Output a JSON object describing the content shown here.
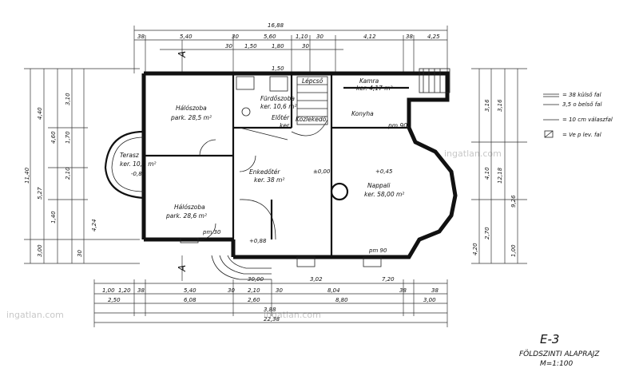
{
  "drawing": {
    "sheet_code": "E-3",
    "title": "FÖLDSZINTI ALAPRAJZ",
    "scale": "M=1:100",
    "section_mark": "A",
    "watermark": "ingatlan.com"
  },
  "rooms": [
    {
      "name": "Hálószoba",
      "detail": "park. 28,5 m²"
    },
    {
      "name": "Hálószoba",
      "detail": "park. 28,6 m²"
    },
    {
      "name": "Terasz",
      "detail": "ker. 10,6 m²"
    },
    {
      "name": "Fürdőszoba",
      "detail": "ker. 10,6 m²"
    },
    {
      "name": "Előtér",
      "detail": "ker."
    },
    {
      "name": "Kamra",
      "detail": "ker. 4,17 m²"
    },
    {
      "name": "Konyha",
      "detail": "pm 90"
    },
    {
      "name": "Nappali",
      "detail": "ker. 58,00 m²"
    },
    {
      "name": "Lépcső",
      "detail": ""
    },
    {
      "name": "Közlekedő",
      "detail": ""
    },
    {
      "name": "Enkedőtér",
      "detail": "ker. 38 m²"
    }
  ],
  "legend": [
    {
      "symbol": "",
      "text": "= 38 külső fal"
    },
    {
      "symbol": "",
      "text": "3,5 o belső fal"
    },
    {
      "symbol": "",
      "text": "= 10 cm válaszfal"
    },
    {
      "symbol": "",
      "text": "= Ve p lev. fal"
    }
  ],
  "dimensions": {
    "top_overall": "16,88",
    "top_segments": [
      "38",
      "5,40",
      "30",
      "5,60",
      "1,10",
      "30",
      "4,12",
      "38",
      "4,25"
    ],
    "top_sub": [
      "30",
      "1,50",
      "1,80",
      "30"
    ],
    "bottom_row1": [
      "1,00",
      "1,20",
      "38",
      "5,40",
      "30",
      "2,10",
      "30",
      "8,04",
      "38",
      "38"
    ],
    "bottom_row2": [
      "2,50",
      "6,08",
      "2,60",
      "8,80",
      "3,00"
    ],
    "bottom_row3": [
      "3,88"
    ],
    "bottom_overall": "22,38",
    "bottom_sub": [
      "30,00",
      "3,02",
      "7,20"
    ],
    "left_col1": [
      "4,40",
      "5,27",
      "4,60",
      "1,40",
      "3,00"
    ],
    "left_col2": [
      "3,10",
      "1,70",
      "2,10",
      "4,24",
      "30"
    ],
    "left_overall": "11,40",
    "right_col1": [
      "3,16",
      "4,10",
      "2,70",
      "4,20"
    ],
    "right_col2": [
      "12,18",
      "3,16",
      "9,26",
      "1,00"
    ]
  },
  "labels_misc": [
    "±0,00",
    "+0,45",
    "-0,88",
    "+0,88",
    "pm 30",
    "pm 90",
    "1,50"
  ]
}
